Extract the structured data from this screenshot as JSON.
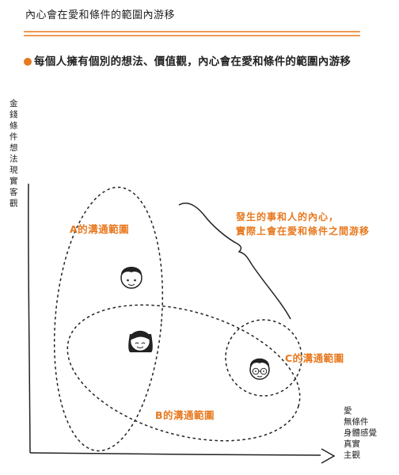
{
  "page_title": "內心會在愛和條件的範圍內游移",
  "subtitle": "每個人擁有個別的想法、價值觀，內心會在愛和條件的範圍內游移",
  "y_axis_label": "金錢條件想法現實客觀",
  "x_axis_lines": [
    "愛",
    "無條件",
    "身體感覺",
    "真實",
    "主觀"
  ],
  "ranges": {
    "a_label": "A的溝通範圍",
    "b_label": "B的溝通範圍",
    "c_label": "C的溝通範圍"
  },
  "note_lines": [
    "發生的事和人的內心，",
    "實際上會在愛和條件之間游移"
  ],
  "icons": [
    "person-a-face-icon",
    "person-b-face-icon",
    "person-c-face-icon"
  ],
  "colors": {
    "accent": "#e8791f",
    "ink": "#222222"
  }
}
